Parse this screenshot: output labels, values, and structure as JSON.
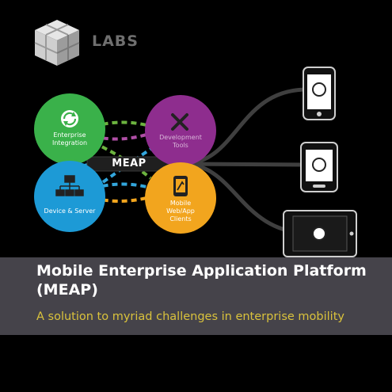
{
  "logo": {
    "brand": "",
    "suffix": "LABS",
    "icon": "cube-logo-icon"
  },
  "diagram": {
    "hub_label": "MEAP",
    "nodes": [
      {
        "id": "enterprise-integration",
        "lines": [
          "Enterprise",
          "Integration"
        ],
        "color": "#3ab14a",
        "icon": "sync-icon"
      },
      {
        "id": "development-tools",
        "lines": [
          "Development",
          "Tools"
        ],
        "color": "#8e2d8e",
        "icon": "tools-icon"
      },
      {
        "id": "device-server",
        "lines": [
          "Device & Server"
        ],
        "color": "#1d9ad6",
        "icon": "network-icon"
      },
      {
        "id": "mobile-clients",
        "lines": [
          "Mobile",
          "Web/App",
          "Clients"
        ],
        "color": "#f2a51e",
        "icon": "mobile-app-icon"
      }
    ],
    "devices": [
      {
        "id": "phone-1",
        "type": "smartphone"
      },
      {
        "id": "phone-2",
        "type": "smartphone"
      },
      {
        "id": "tablet",
        "type": "tablet"
      }
    ]
  },
  "banner": {
    "title_line1": "Mobile Enterprise Application Platform",
    "title_line2": "(MEAP)",
    "subtitle": "A solution to myriad challenges in enterprise mobility",
    "background": "#45434a",
    "subtitle_color": "#d9c23c"
  }
}
